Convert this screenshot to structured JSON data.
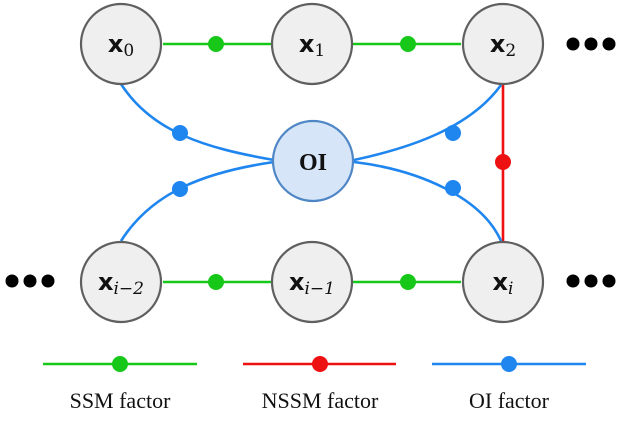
{
  "nodes": {
    "x0": {
      "main": "x",
      "sub": "0"
    },
    "x1": {
      "main": "x",
      "sub": "1"
    },
    "x2": {
      "main": "x",
      "sub": "2"
    },
    "xim2": {
      "main": "x",
      "sub": "i−2"
    },
    "xim1": {
      "main": "x",
      "sub": "i−1"
    },
    "xi": {
      "main": "x",
      "sub": "i"
    },
    "oi": {
      "label": "OI"
    }
  },
  "legend": {
    "ssm": {
      "label": "SSM factor",
      "color": "#18c818"
    },
    "nssm": {
      "label": "NSSM factor",
      "color": "#ee1111"
    },
    "oi": {
      "label": "OI factor",
      "color": "#1f86ef"
    }
  },
  "colors": {
    "node_fill": "#efefef",
    "node_stroke": "#5f5f5f",
    "oi_fill": "#d6e5f7",
    "oi_stroke": "#4f86c6"
  }
}
